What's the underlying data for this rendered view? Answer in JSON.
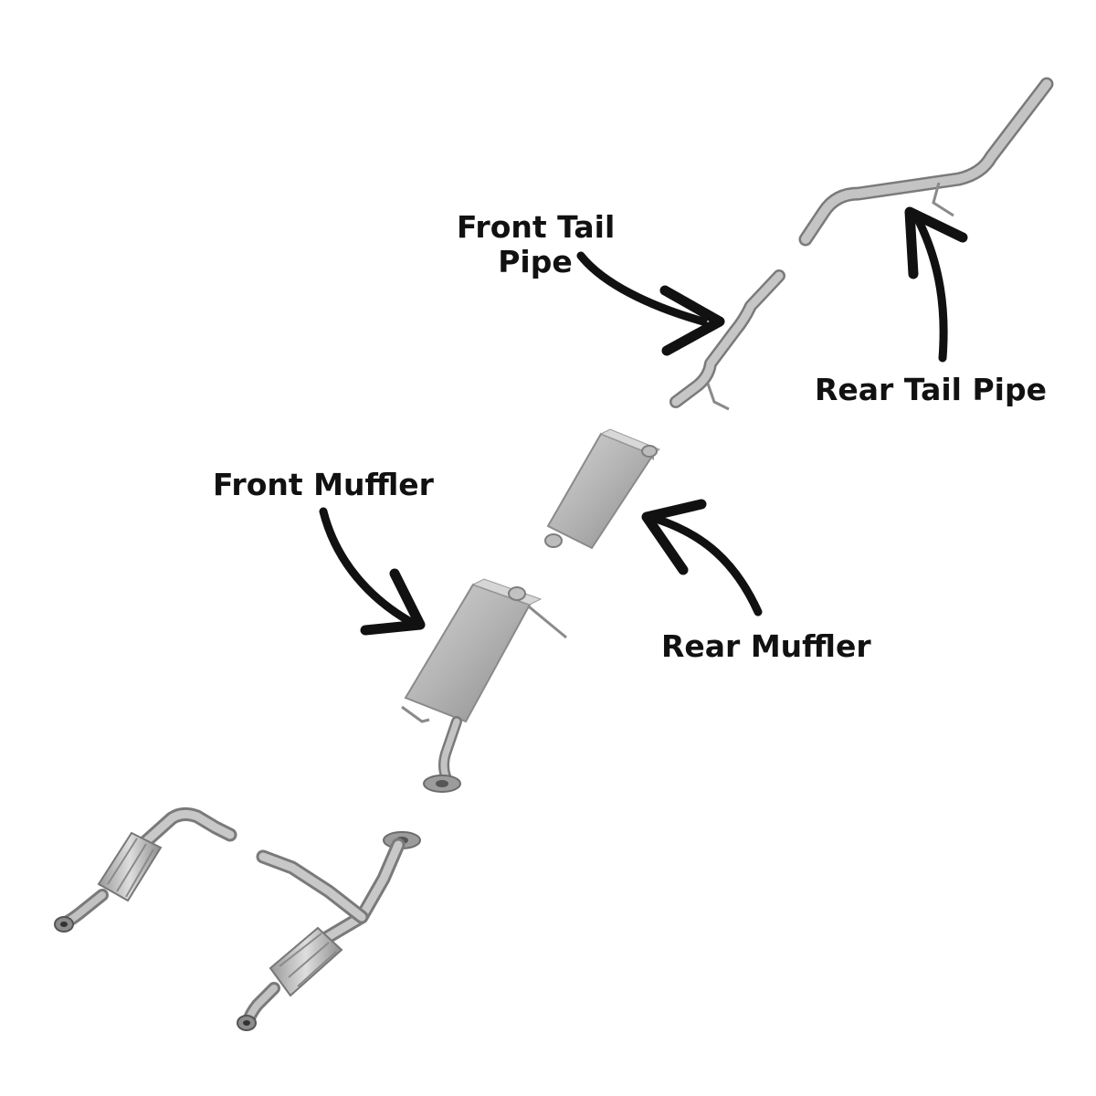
{
  "labels": {
    "front_tail_pipe_line1": "Front Tail",
    "front_tail_pipe_line2": "Pipe",
    "rear_tail_pipe": "Rear Tail Pipe",
    "front_muffler": "Front Muffler",
    "rear_muffler": "Rear Muffler"
  },
  "colors": {
    "background": "#ffffff",
    "label_text": "#111111",
    "arrow": "#111111",
    "metal_light": "#c9c9c9",
    "metal_mid": "#a9a9a9",
    "metal_dark": "#7c7c7c"
  }
}
